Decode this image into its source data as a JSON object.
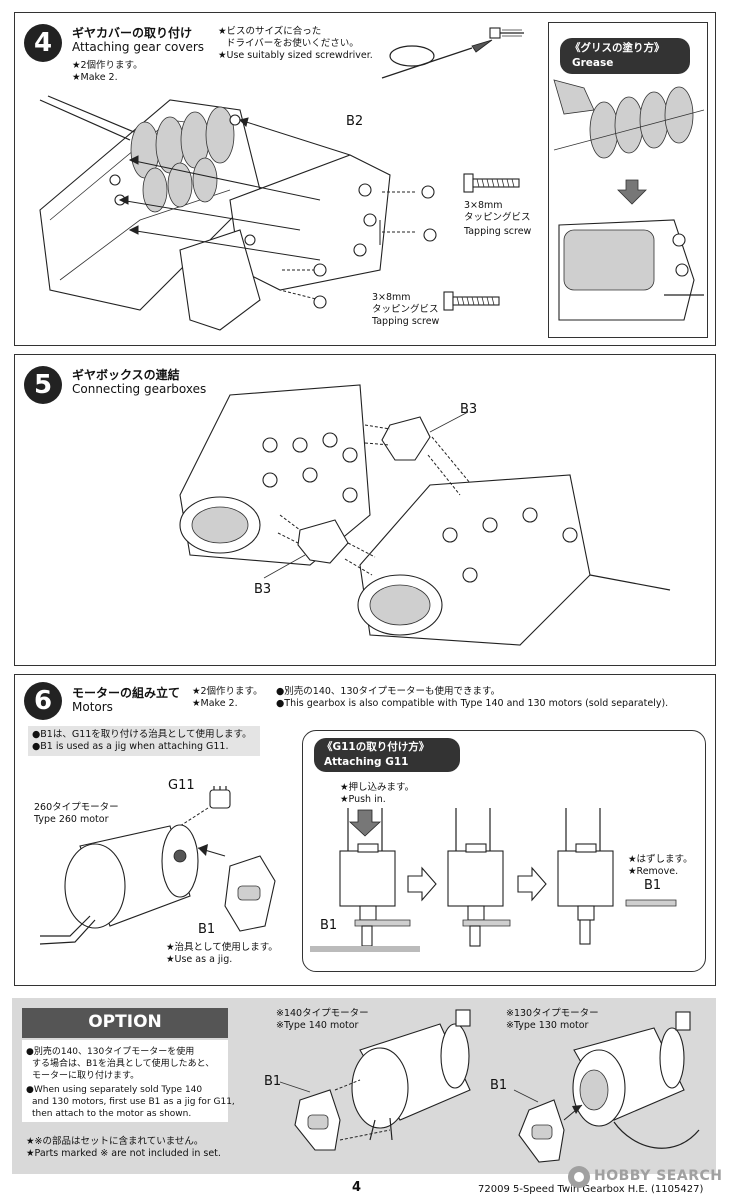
{
  "steps": {
    "step4": {
      "number": "4",
      "title_jp": "ギヤカバーの取り付け",
      "title_en": "Attaching gear covers",
      "make_jp": "★2個作ります。",
      "make_en": "★Make 2.",
      "screw_note_jp1": "★ビスのサイズに合った",
      "screw_note_jp2": "ドライバーをお使いください。",
      "screw_note_en": "★Use suitably sized screwdriver.",
      "part_label": "B2",
      "screw_size": "3×8mm",
      "screw_jp": "タッピングビス",
      "screw_en": "Tapping screw",
      "grease_title_jp": "《グリスの塗り方》",
      "grease_title_en": "Grease"
    },
    "step5": {
      "number": "5",
      "title_jp": "ギヤボックスの連結",
      "title_en": "Connecting gearboxes",
      "part_label_top": "B3",
      "part_label_bottom": "B3"
    },
    "step6": {
      "number": "6",
      "title_jp": "モーターの組み立て",
      "title_en": "Motors",
      "make_jp": "★2個作ります。",
      "make_en": "★Make 2.",
      "compat_jp": "●別売の140、130タイプモーターも使用できます。",
      "compat_en": "●This gearbox is also compatible with Type 140 and 130 motors (sold separately).",
      "jig_note_jp": "●B1は、G11を取り付ける治具として使用します。",
      "jig_note_en": "●B1 is used as a jig when attaching G11.",
      "part_g11": "G11",
      "motor_jp": "260タイプモーター",
      "motor_en": "Type 260 motor",
      "part_b1": "B1",
      "jig_jp": "★治具として使用します。",
      "jig_en": "★Use as a jig.",
      "callout_title_jp": "《G11の取り付け方》",
      "callout_title_en": "Attaching G11",
      "push_jp": "★押し込みます。",
      "push_en": "★Push in.",
      "remove_jp": "★はずします。",
      "remove_en": "★Remove.",
      "b1_label_a": "B1",
      "b1_label_b": "B1"
    }
  },
  "option": {
    "title": "OPTION",
    "text_jp1": "●別売の140、130タイプモーターを使用",
    "text_jp2": "する場合は、B1を治具として使用したあと、",
    "text_jp3": "モーターに取り付けます。",
    "text_en1": "●When using separately sold Type 140",
    "text_en2": "and 130 motors, first use B1 as a jig for G11,",
    "text_en3": "then attach to the motor as shown.",
    "excluded_jp": "★※の部品はセットに含まれていません。",
    "excluded_en": "★Parts marked ※ are not included in set.",
    "motor140_jp": "※140タイプモーター",
    "motor140_en": "※Type 140 motor",
    "motor130_jp": "※130タイプモーター",
    "motor130_en": "※Type 130 motor",
    "b1_left": "B1",
    "b1_right": "B1"
  },
  "footer": {
    "page_number": "4",
    "product": "72009 5-Speed Twin Gearbox H.E. (1105427)",
    "watermark": "HOBBY SEARCH"
  }
}
